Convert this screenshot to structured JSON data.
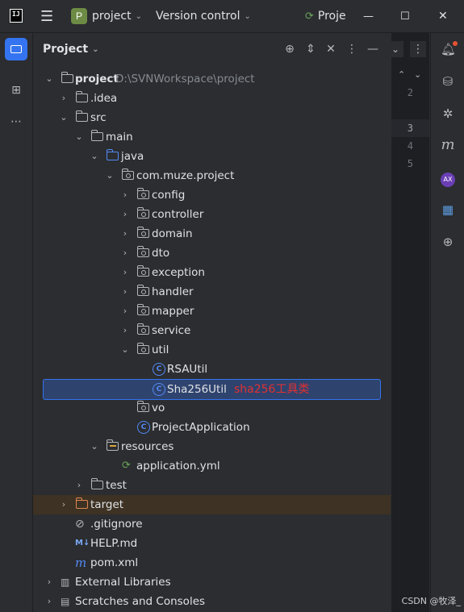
{
  "titlebar": {
    "logo_text": "IJ",
    "project_badge": "P",
    "project_name": "project",
    "vcs_label": "Version control",
    "run_config": "Proje",
    "minimize": "—",
    "maximize": "☐",
    "close": "✕"
  },
  "panel": {
    "title": "Project"
  },
  "tree": {
    "root": {
      "name": "project",
      "path": "D:\\SVNWorkspace\\project"
    },
    "idea": ".idea",
    "src": "src",
    "main": "main",
    "java": "java",
    "package": "com.muze.project",
    "config": "config",
    "controller": "controller",
    "domain": "domain",
    "dto": "dto",
    "exception": "exception",
    "handler": "handler",
    "mapper": "mapper",
    "service": "service",
    "util": "util",
    "rsautil": "RSAUtil",
    "sha256util": "Sha256Util",
    "annotation": "sha256工具类",
    "vo": "vo",
    "projectapp": "ProjectApplication",
    "resources": "resources",
    "appyml": "application.yml",
    "test": "test",
    "target": "target",
    "gitignore": ".gitignore",
    "help": "HELP.md",
    "pom": "pom.xml",
    "extlibs": "External Libraries",
    "scratches": "Scratches and Consoles"
  },
  "editor": {
    "line_numbers": [
      "2",
      "3",
      "4",
      "5"
    ]
  },
  "watermark": "CSDN @牧泽_",
  "colors": {
    "selection": "#2e436e",
    "excluded_highlight": "#3d3223",
    "annotation_red": "#e03131",
    "folder_blue": "#548af7",
    "folder_orange": "#e08855"
  }
}
